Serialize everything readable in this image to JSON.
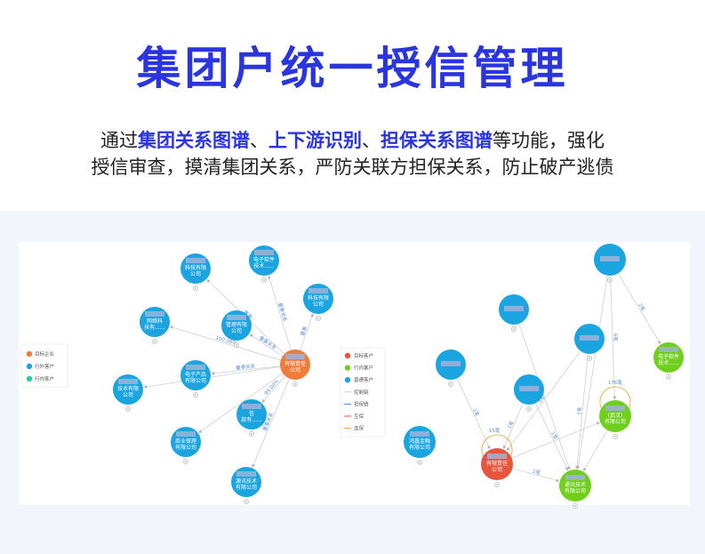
{
  "header": {
    "title": "集团户统一授信管理",
    "sub_line1_pre": "通过",
    "sub_hl1": "集团关系图谱",
    "sub_sep1": "、",
    "sub_hl2": "上下游识别",
    "sub_sep2": "、",
    "sub_hl3": "担保关系图谱",
    "sub_line1_post": "等功能，强化",
    "sub_line2": "授信审查，摸清集团关系，严防关联方担保关系，防止破产逃债"
  },
  "left_graph": {
    "legend": [
      "目标企业",
      "行外客户",
      "行内客户"
    ],
    "nodes": [
      {
        "id": "c",
        "label1": "有限责任",
        "label2": "公司",
        "color": "#f07c3c"
      },
      {
        "id": "n1",
        "label1": "科技有限",
        "label2": "公司",
        "color": "#1ba5e0"
      },
      {
        "id": "n2",
        "label1": "电子软件",
        "label2": "技术......",
        "color": "#1ba5e0"
      },
      {
        "id": "n3",
        "label1": "科技有限",
        "label2": "公司",
        "color": "#1ba5e0"
      },
      {
        "id": "n4",
        "label1": "管理有限",
        "label2": "公司",
        "color": "#1ba5e0"
      },
      {
        "id": "n5",
        "label1": "网络科",
        "label2": "技有......",
        "color": "#1ba5e0"
      },
      {
        "id": "n6",
        "label1": "电子产品",
        "label2": "有限公司",
        "color": "#1ba5e0"
      },
      {
        "id": "n7",
        "label1": "技术有限",
        "label2": "公司",
        "color": "#1ba5e0"
      },
      {
        "id": "n8",
        "label1": "信",
        "label2": "款有......",
        "color": "#1ba5e0"
      },
      {
        "id": "n9",
        "label1": "商业保理",
        "label2": "有限公司",
        "color": "#1ba5e0"
      },
      {
        "id": "n10",
        "label1": "源讯技术",
        "label2": "有限公司",
        "color": "#1ba5e0"
      }
    ],
    "edges": [
      {
        "from": "c",
        "to": "n1",
        "label": "董事"
      },
      {
        "from": "c",
        "to": "n2",
        "label": "董事关系"
      },
      {
        "from": "c",
        "to": "n3",
        "label": "董事"
      },
      {
        "from": "c",
        "to": "n4",
        "label": "董事关系"
      },
      {
        "from": "c",
        "to": "n5",
        "label": "100.00%"
      },
      {
        "from": "c",
        "to": "n6",
        "label": "董事关系"
      },
      {
        "from": "c",
        "to": "n7",
        "label": ""
      },
      {
        "from": "c",
        "to": "n8",
        "label": "99.00%"
      },
      {
        "from": "c",
        "to": "n9",
        "label": ""
      },
      {
        "from": "c",
        "to": "n10",
        "label": "董事关系"
      }
    ]
  },
  "right_graph": {
    "legend": [
      "目标客户",
      "行内客户",
      "普通客户",
      "控制链",
      "担保链",
      "互保",
      "连保"
    ],
    "nodes": [
      {
        "id": "r1",
        "label1": "",
        "label2": "",
        "color": "#1ba5e0"
      },
      {
        "id": "r2",
        "label1": "",
        "label2": "",
        "color": "#1ba5e0"
      },
      {
        "id": "r3",
        "label1": "",
        "label2": "",
        "color": "#1ba5e0"
      },
      {
        "id": "r4",
        "label1": "",
        "label2": "",
        "color": "#1ba5e0"
      },
      {
        "id": "r5",
        "label1": "",
        "label2": "",
        "color": "#1ba5e0"
      },
      {
        "id": "r6",
        "label1": "电子软件",
        "label2": "技术......",
        "color": "#6fcf1c"
      },
      {
        "id": "r7",
        "label1": "(武汉)",
        "label2": "有限公司",
        "color": "#6fcf1c"
      },
      {
        "id": "r8",
        "label1": "鸿鑫金融",
        "label2": "有限公司",
        "color": "#1ba5e0"
      },
      {
        "id": "r9",
        "label1": "有限责任",
        "label2": "公司",
        "color": "#e8553c"
      },
      {
        "id": "r10",
        "label1": "通讯技术",
        "label2": "有限公司",
        "color": "#6fcf1c"
      }
    ],
    "edges": [
      {
        "from": "r1",
        "to": "r6",
        "label": "2笔"
      },
      {
        "from": "r1",
        "to": "r7",
        "label": "6笔"
      },
      {
        "from": "r1",
        "to": "r10",
        "label": ""
      },
      {
        "from": "r2",
        "to": "r10",
        "label": ""
      },
      {
        "from": "r3",
        "to": "r9",
        "label": "5笔"
      },
      {
        "from": "r3",
        "to": "r10",
        "label": "1笔"
      },
      {
        "from": "r4",
        "to": "r9",
        "label": "1笔"
      },
      {
        "from": "r5",
        "to": "r9",
        "label": "1笔"
      },
      {
        "from": "r5",
        "to": "r10",
        "label": "1笔"
      },
      {
        "from": "r9",
        "to": "r10",
        "label": "1笔"
      },
      {
        "from": "r9",
        "to": "r7",
        "label": ""
      },
      {
        "from": "r7",
        "to": "r10",
        "label": ""
      }
    ],
    "self_loops": [
      {
        "node": "r9",
        "label": "15笔"
      },
      {
        "node": "r7",
        "label": "176笔"
      }
    ]
  },
  "colors": {
    "accent": "#2a35e0",
    "band": "#f3f5fd",
    "node_blue": "#1ba5e0",
    "node_orange": "#f07c3c",
    "node_green": "#6fcf1c",
    "node_red": "#e8553c",
    "node_teal": "#2ec8a8"
  }
}
